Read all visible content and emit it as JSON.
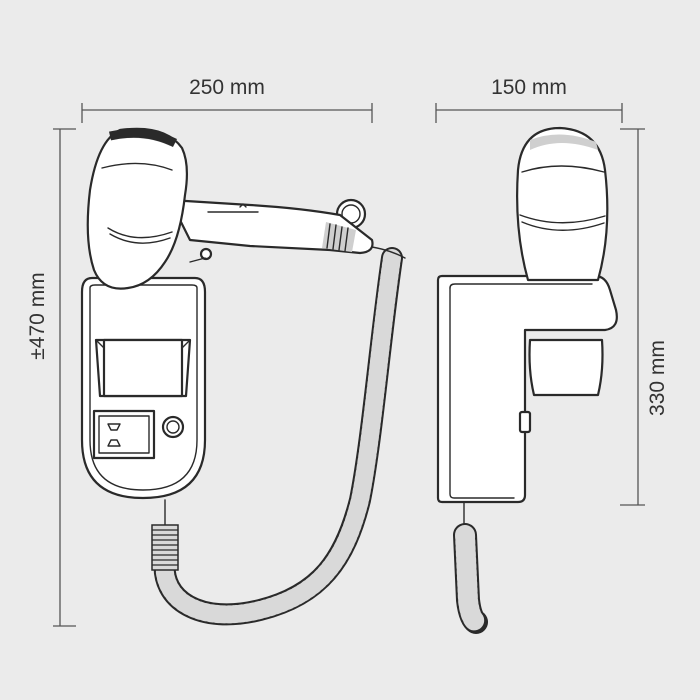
{
  "dimensions": {
    "width_front": "250 mm",
    "width_side": "150 mm",
    "height_total": "±470 mm",
    "height_bracket": "330 mm"
  },
  "colors": {
    "background": "#ebebeb",
    "line": "#2a2a2a",
    "shade": "#cfcfcf",
    "text": "#333333"
  }
}
